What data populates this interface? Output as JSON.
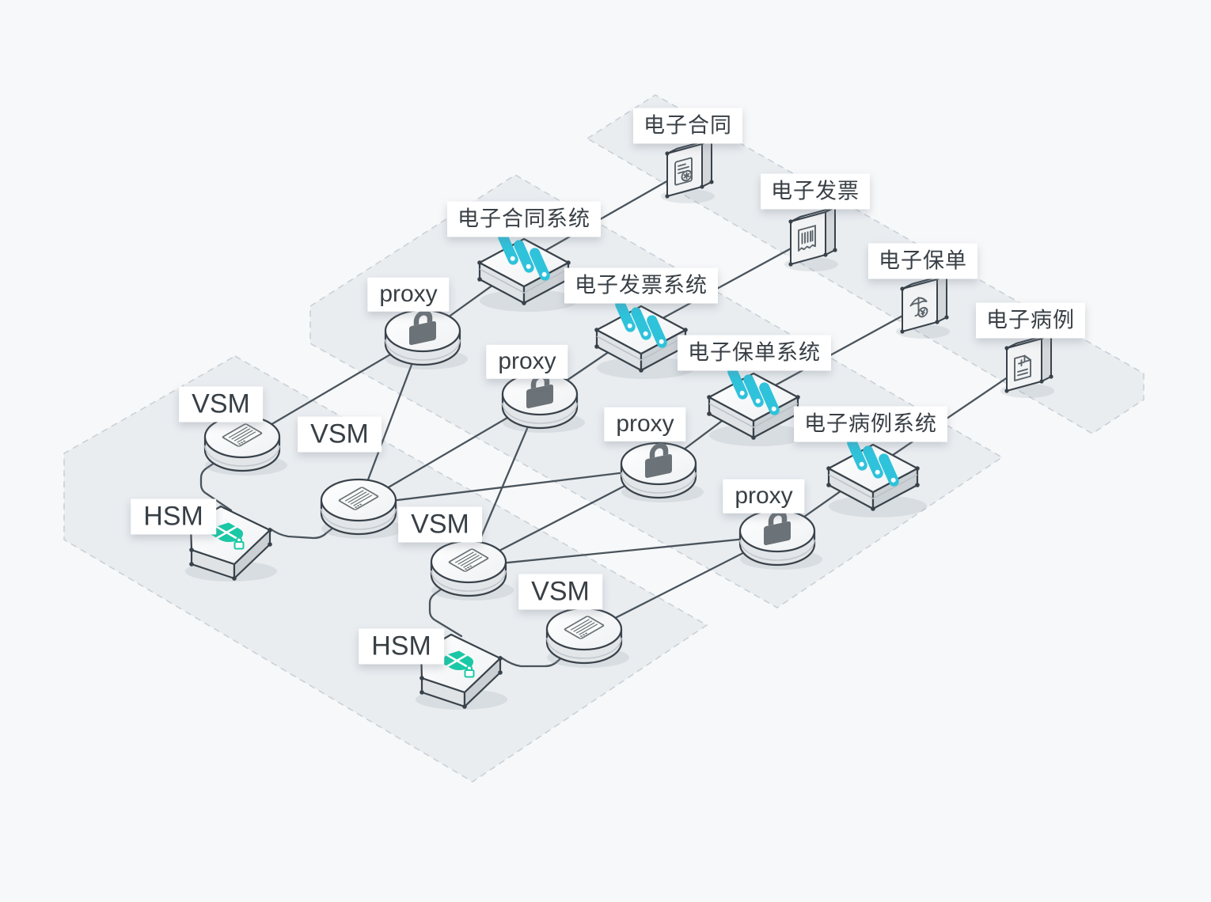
{
  "diagram": {
    "products": [
      {
        "label": "电子合同"
      },
      {
        "label": "电子发票"
      },
      {
        "label": "电子保单"
      },
      {
        "label": "电子病例"
      }
    ],
    "systems": [
      {
        "label": "电子合同系统"
      },
      {
        "label": "电子发票系统"
      },
      {
        "label": "电子保单系统"
      },
      {
        "label": "电子病例系统"
      }
    ],
    "proxies": [
      {
        "label": "proxy"
      },
      {
        "label": "proxy"
      },
      {
        "label": "proxy"
      },
      {
        "label": "proxy"
      }
    ],
    "vsms": [
      {
        "label": "VSM"
      },
      {
        "label": "VSM"
      },
      {
        "label": "VSM"
      },
      {
        "label": "VSM"
      }
    ],
    "hsms": [
      {
        "label": "HSM"
      },
      {
        "label": "HSM"
      }
    ],
    "colors": {
      "background": "#f7f8f9",
      "band_fill": "#e9edf0",
      "band_border": "#c9d1d8",
      "connector": "#4a545c",
      "node_outline": "#39424a",
      "server_cyan": "#2fc2db",
      "shield_teal": "#1bc8a6",
      "lock_gray": "#6b7378"
    }
  }
}
